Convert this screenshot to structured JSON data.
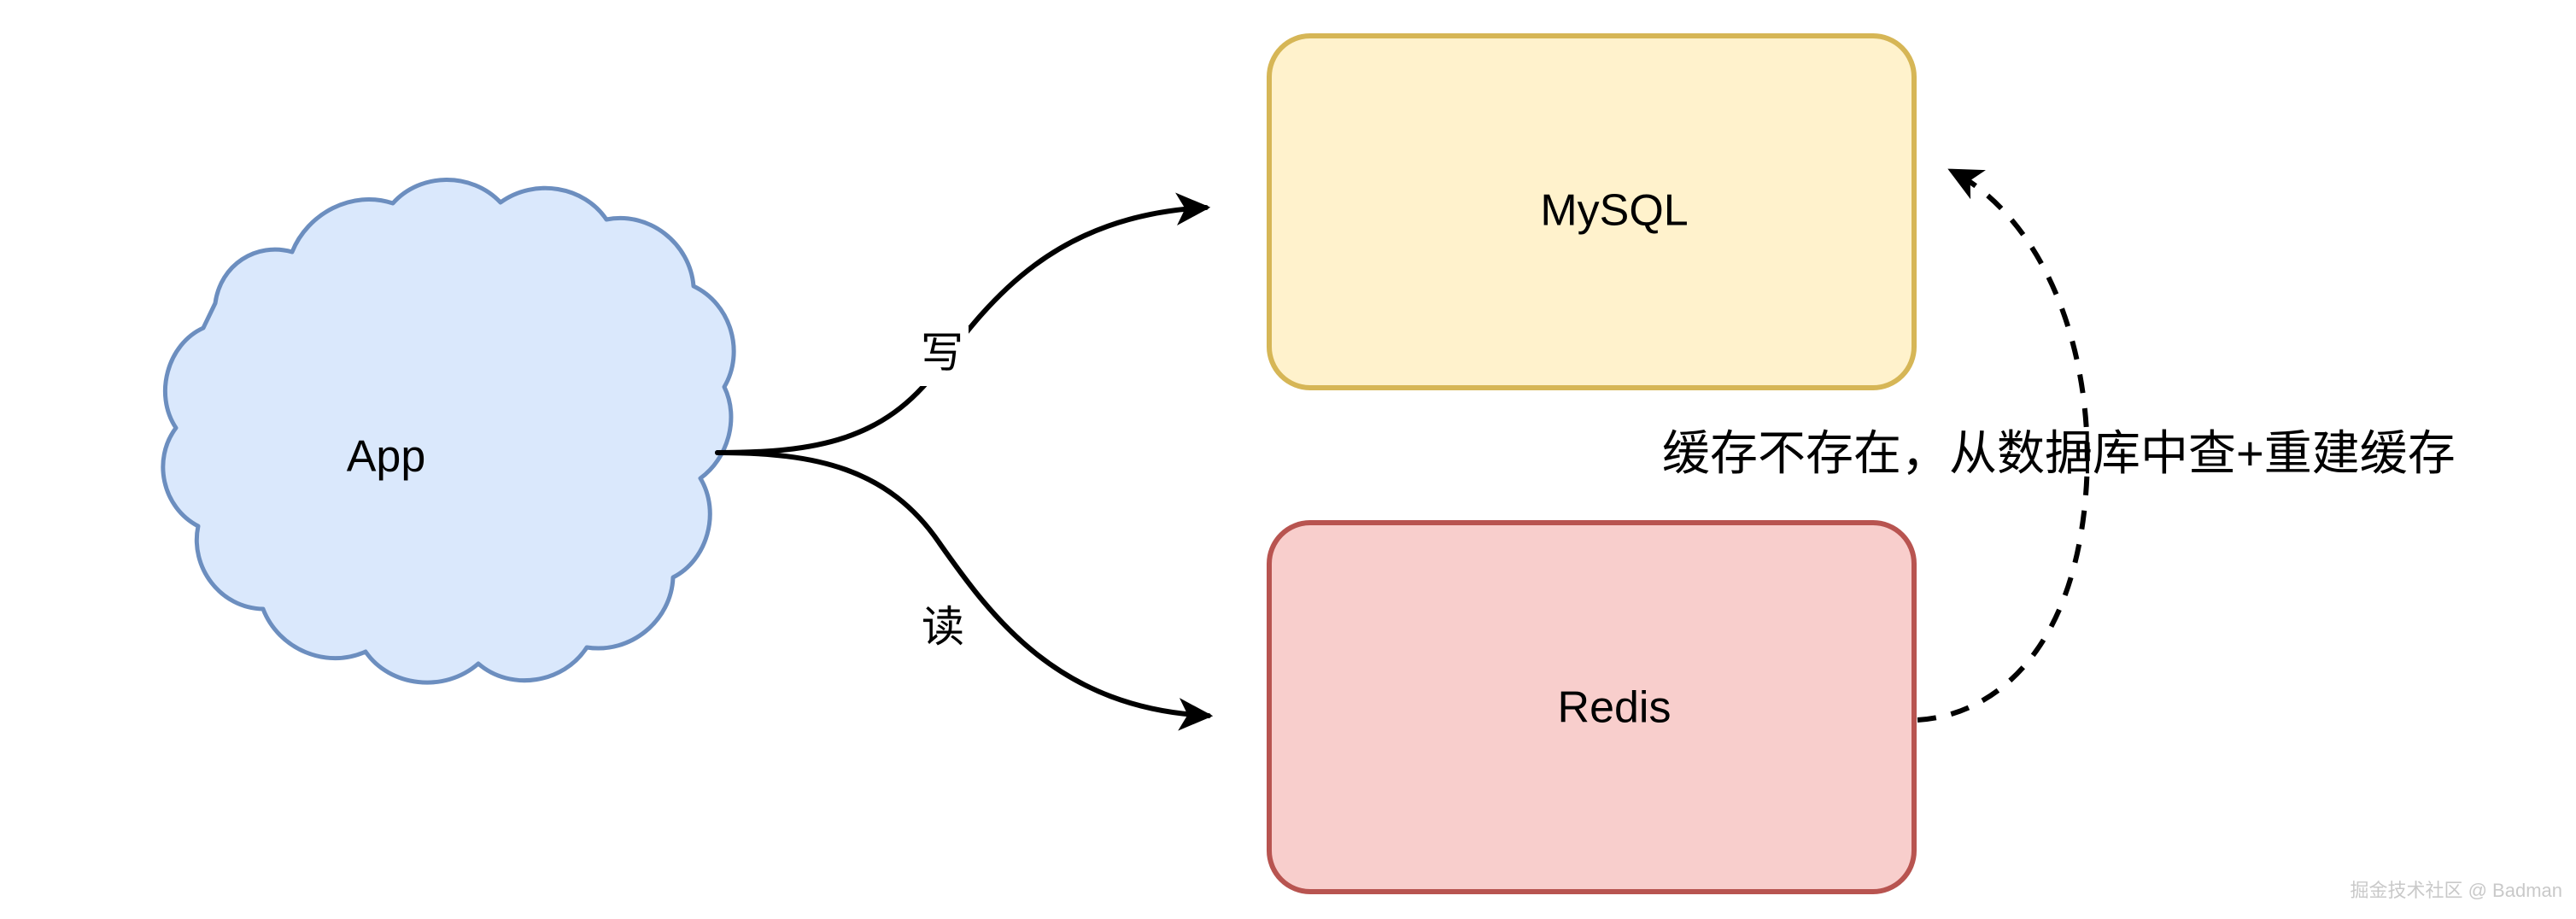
{
  "diagram": {
    "title": "MySQL Redis cache read write flow",
    "background": "#ffffff",
    "nodes": [
      {
        "id": "app",
        "label": "App",
        "shape": "cloud",
        "fill": "#dae8fc",
        "stroke": "#6c8ebf"
      },
      {
        "id": "mysql",
        "label": "MySQL",
        "shape": "rounded-rect",
        "fill": "#fff2cc",
        "stroke": "#d6b656"
      },
      {
        "id": "redis",
        "label": "Redis",
        "shape": "rounded-rect",
        "fill": "#f8cecc",
        "stroke": "#b85450"
      }
    ],
    "edges": [
      {
        "id": "app-to-mysql",
        "from": "app",
        "to": "mysql",
        "label": "写",
        "style": "solid",
        "arrow": "to"
      },
      {
        "id": "app-to-redis",
        "from": "app",
        "to": "redis",
        "label": "读",
        "style": "solid",
        "arrow": "to"
      },
      {
        "id": "redis-to-mysql",
        "from": "redis",
        "to": "mysql",
        "label": "缓存不存在，从数据库中查+重建缓存",
        "style": "dashed",
        "arrow": "to"
      }
    ],
    "annotation": "缓存不存在，从数据库中查+重建缓存",
    "watermark": "掘金技术社区 @ Badman"
  }
}
